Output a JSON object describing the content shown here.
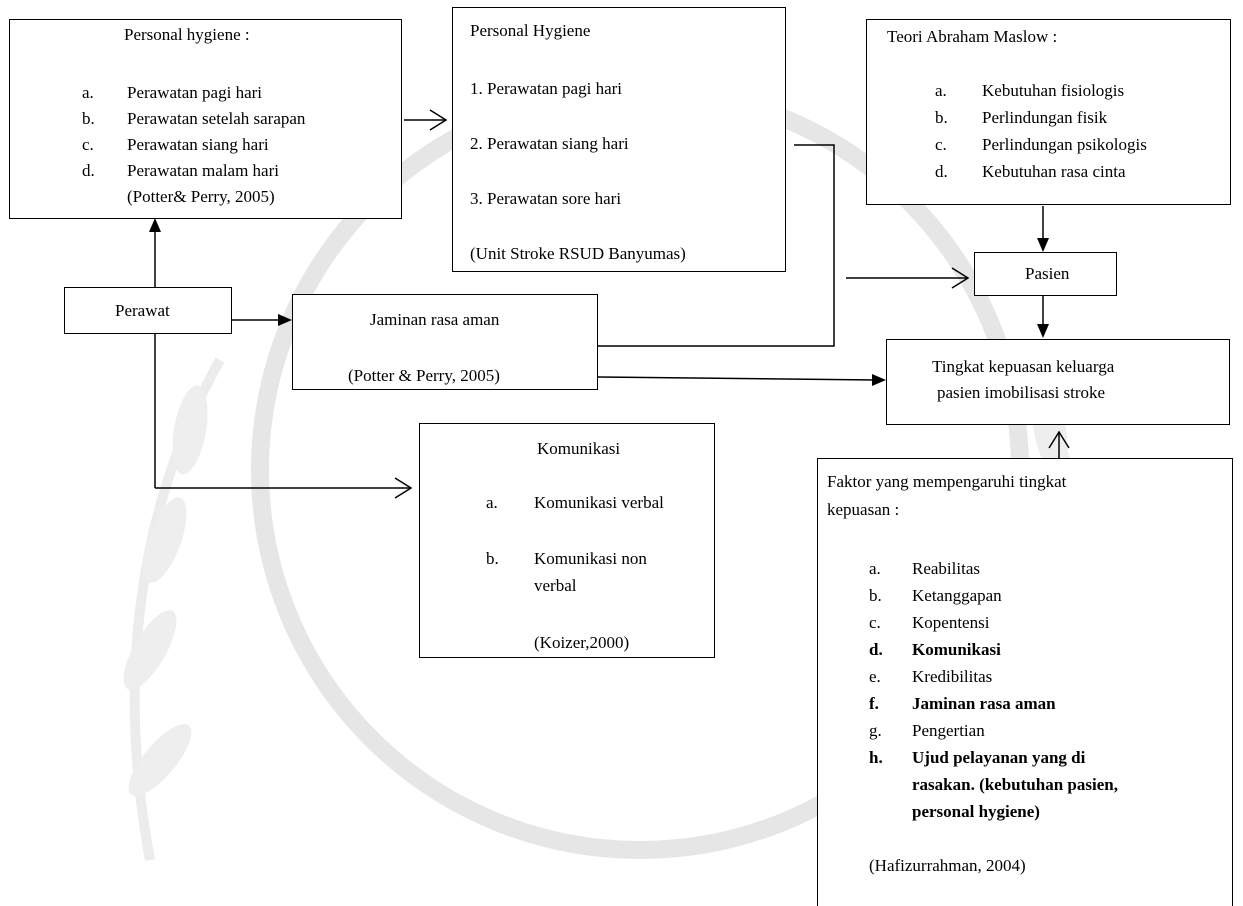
{
  "hygiene_left": {
    "title": "Personal hygiene :",
    "items": [
      {
        "letter": "a.",
        "text": "Perawatan pagi hari"
      },
      {
        "letter": "b.",
        "text": "Perawatan setelah sarapan"
      },
      {
        "letter": "c.",
        "text": "Perawatan siang hari"
      },
      {
        "letter": "d.",
        "text": "Perawatan malam hari"
      }
    ],
    "citation": "(Potter& Perry, 2005)"
  },
  "hygiene_center": {
    "title": "Personal Hygiene",
    "items": [
      "1. Perawatan pagi hari",
      "2. Perawatan siang hari",
      "3. Perawatan sore hari"
    ],
    "citation": "(Unit Stroke RSUD Banyumas)"
  },
  "maslow": {
    "title": "Teori Abraham Maslow :",
    "items": [
      {
        "letter": "a.",
        "text": "Kebutuhan fisiologis"
      },
      {
        "letter": "b.",
        "text": "Perlindungan fisik"
      },
      {
        "letter": "c.",
        "text": "Perlindungan psikologis"
      },
      {
        "letter": "d.",
        "text": "Kebutuhan rasa cinta"
      }
    ]
  },
  "perawat": {
    "label": "Perawat"
  },
  "jaminan": {
    "title": "Jaminan rasa aman",
    "citation": "(Potter & Perry, 2005)"
  },
  "pasien": {
    "label": "Pasien"
  },
  "kepuasan": {
    "line1": "Tingkat kepuasan keluarga",
    "line2": "pasien imobilisasi stroke"
  },
  "komunikasi": {
    "title": "Komunikasi",
    "items": [
      {
        "letter": "a.",
        "text": "Komunikasi verbal"
      },
      {
        "letter": "b.",
        "text": "Komunikasi non",
        "text2": "verbal"
      }
    ],
    "citation": "(Koizer,2000)"
  },
  "faktor": {
    "title_line1": "Faktor yang mempengaruhi tingkat",
    "title_line2": "kepuasan :",
    "items": [
      {
        "letter": "a.",
        "text": "Reabilitas"
      },
      {
        "letter": "b.",
        "text": "Ketanggapan"
      },
      {
        "letter": "c.",
        "text": "Kopentensi"
      },
      {
        "letter": "d.",
        "text": "Komunikasi"
      },
      {
        "letter": "e.",
        "text": "Kredibilitas"
      },
      {
        "letter": "f.",
        "text": "Jaminan rasa aman"
      },
      {
        "letter": "g.",
        "text": "Pengertian"
      },
      {
        "letter": "h.",
        "text": "Ujud pelayanan yang di",
        "text2": "rasakan. (kebutuhan pasien,",
        "text3": "personal hygiene)"
      }
    ],
    "citation": "(Hafizurrahman, 2004)"
  }
}
